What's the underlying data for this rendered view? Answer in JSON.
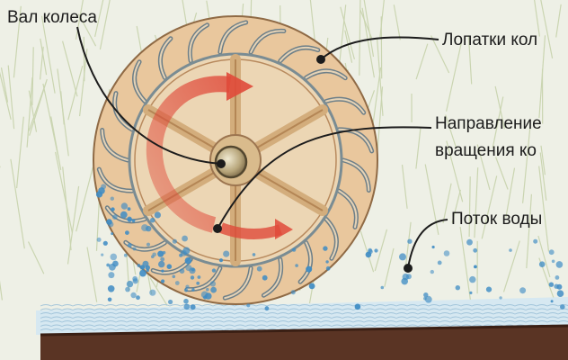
{
  "labels": {
    "axle": "Вал колеса",
    "blades": "Лопатки кол",
    "direction_line1": "Направление",
    "direction_line2": "вращения ко",
    "water_flow": "Поток воды"
  },
  "colors": {
    "background": "#eef0e6",
    "grass": "#c9d4a8",
    "wood": "#e8c49a",
    "wood_dark": "#b88a5e",
    "blade_outline": "#6d7f88",
    "water": "#cfe3ee",
    "water_drops": "#3f8cc4",
    "rotation_arrow": "#e0483a",
    "soil": "#5a3424",
    "leader_line": "#1c1c1c"
  },
  "icons": {
    "rotation": "curved-arrow-icon",
    "axle": "axle-hub-icon"
  }
}
